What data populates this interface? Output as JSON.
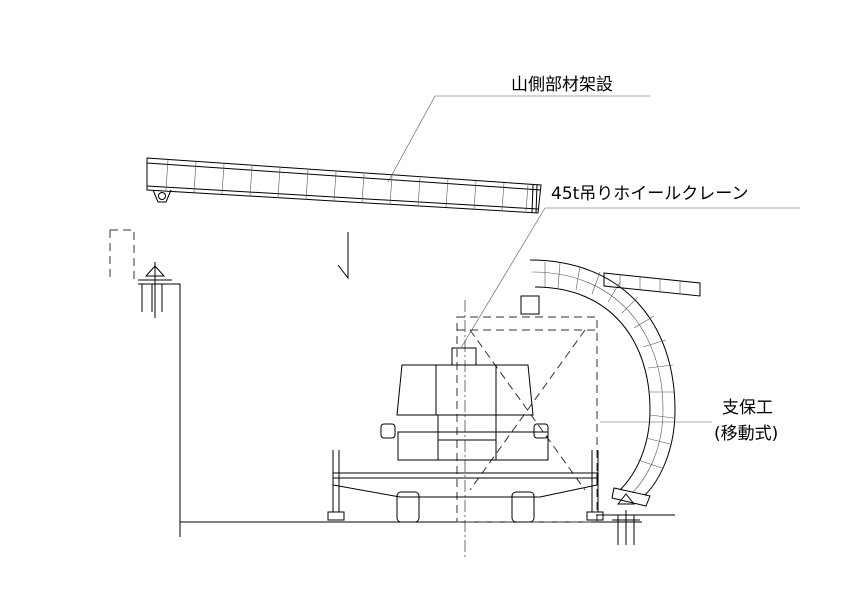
{
  "labels": {
    "member_erection": "山側部材架設",
    "crane": "45t吊りホイールクレーン",
    "support_line1": "支保工",
    "support_line2": "(移動式)"
  }
}
